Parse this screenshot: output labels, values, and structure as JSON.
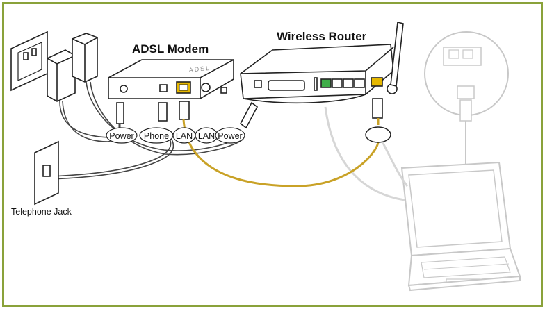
{
  "devices": {
    "modem_title": "ADSL Modem",
    "modem_brand": "ADSL",
    "router_title": "Wireless Router"
  },
  "labels": {
    "power_1": "Power",
    "phone": "Phone",
    "lan_1": "LAN",
    "lan_2": "LAN",
    "power_2": "Power",
    "telephone_jack": "Telephone Jack"
  },
  "colors": {
    "frame": "#8aa23a",
    "ethernet_cable": "#c9a227",
    "router_wan_port": "#e6b800",
    "router_lan_port": "#3fae49"
  }
}
